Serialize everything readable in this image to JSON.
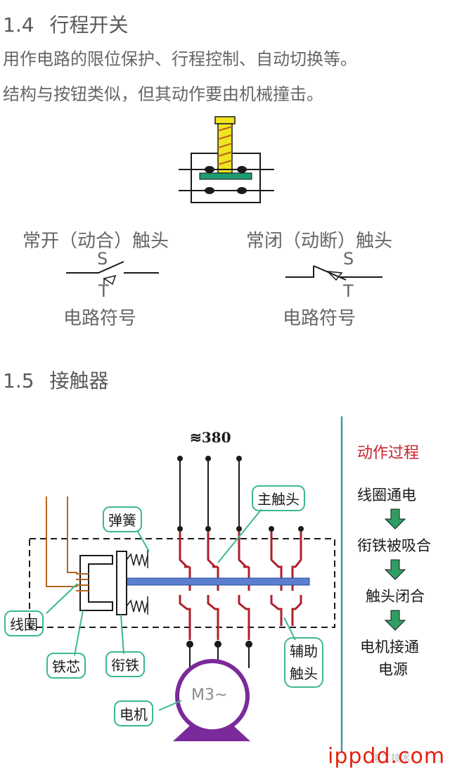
{
  "section14": {
    "number": "1.4",
    "title": "行程开关",
    "desc_line1": "用作电路的限位保护、行程控制、自动切换等。",
    "desc_line2": "结构与按钮类似，但其动作要由机械撞击。",
    "no_contact_label": "常开（动合）触头",
    "nc_contact_label": "常闭（动断）触头",
    "sym_s": "S",
    "sym_t": "T",
    "circuit_symbol": "电路符号"
  },
  "section15": {
    "number": "1.5",
    "title": "接触器",
    "voltage": "≋380",
    "spring": "弹簧",
    "main_contact": "主触头",
    "coil": "线圈",
    "iron_core": "铁芯",
    "armature": "衔铁",
    "aux_contact_1": "辅助",
    "aux_contact_2": "触头",
    "motor_label": "M3~",
    "motor": "电机",
    "process_title": "动作过程",
    "steps": [
      "线圈通电",
      "衔铁被吸合",
      "触头闭合",
      "电机接通",
      "电源"
    ]
  },
  "watermark": {
    "text": "ippdd.com",
    "small": "电工技术"
  },
  "colors": {
    "wire": "#1a1a1a",
    "contact": "#b01e2a",
    "label_border": "#3cb98e",
    "process_red": "#c8242b",
    "arrow_green": "#2e9e62",
    "motor": "#7a2a9a",
    "coil_wire": "#b5651d",
    "rod": "#5b7fd1",
    "switch_yellow": "#f0e320",
    "switch_green": "#1e9b70",
    "divider": "#3a97a8"
  }
}
